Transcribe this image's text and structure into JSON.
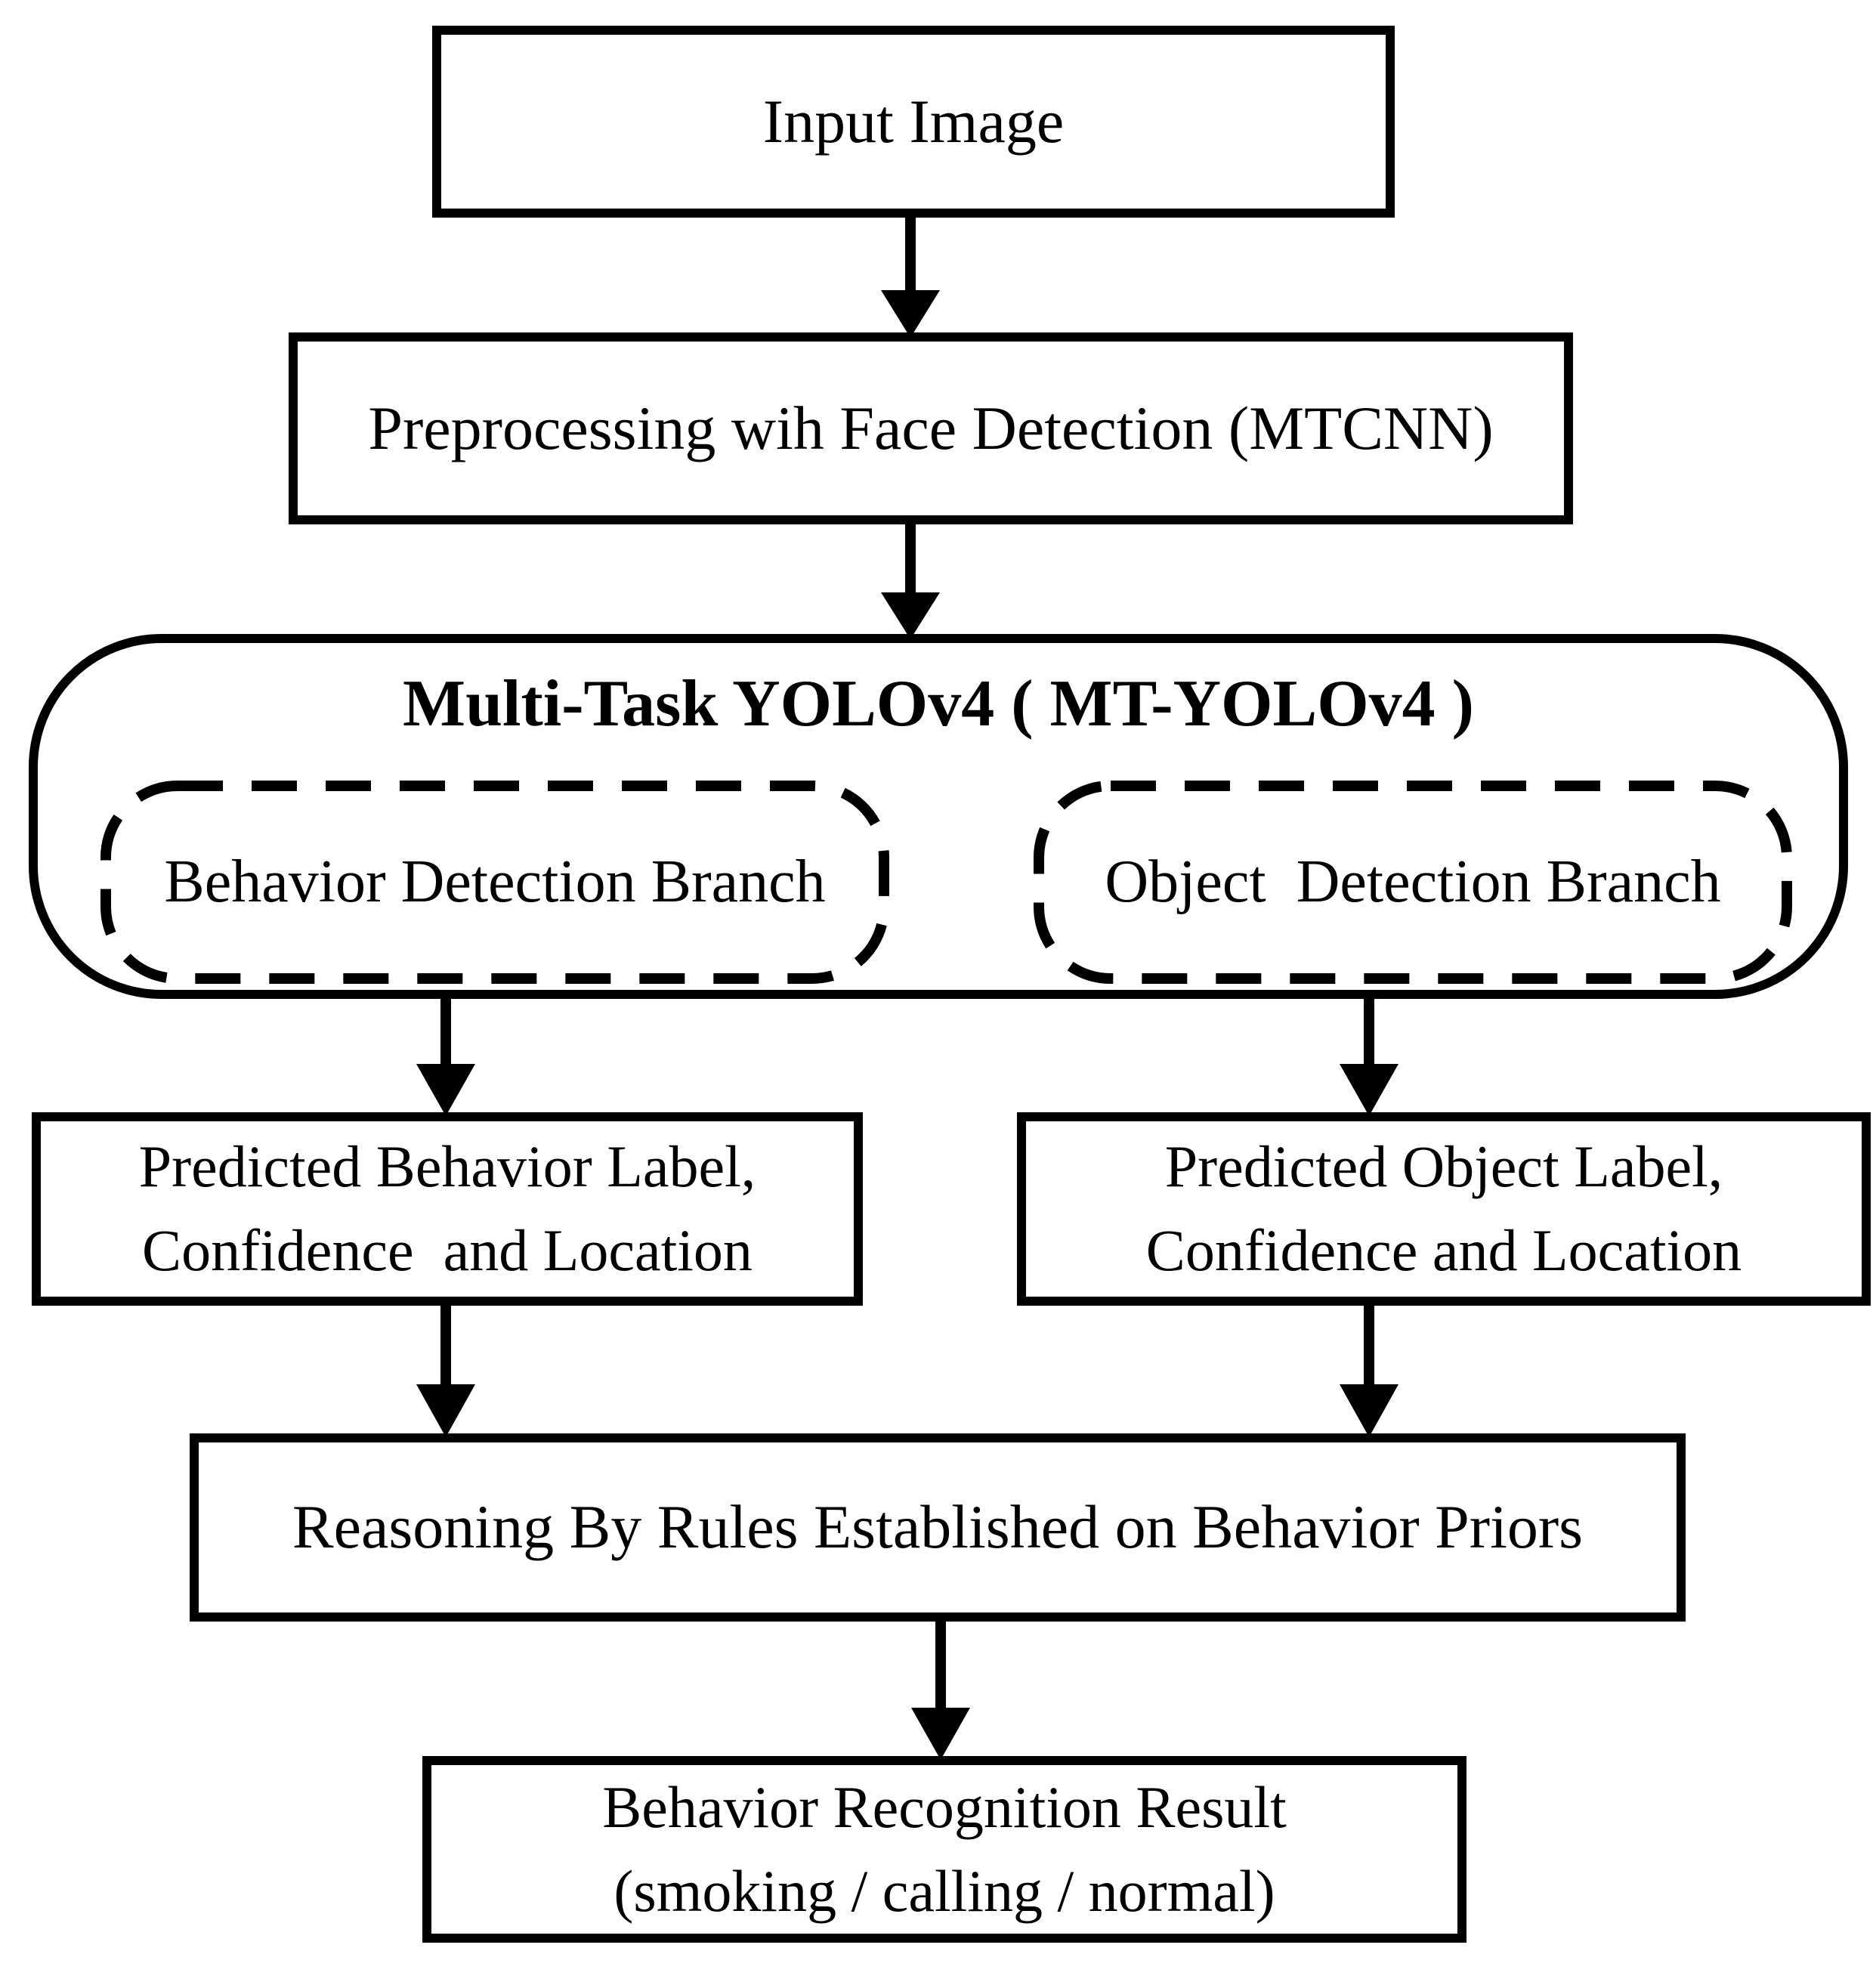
{
  "figure": {
    "type": "flowchart",
    "background": "#ffffff",
    "stroke_color": "#000000",
    "text_color": "#000000"
  },
  "nodes": {
    "input": {
      "label": "Input Image"
    },
    "preprocessing": {
      "label": "Preprocessing wih Face Detection (MTCNN)"
    },
    "mt_yolov4": {
      "title": "Multi-Task YOLOv4 ( MT-YOLOv4 )"
    },
    "behavior_branch": {
      "label": "Behavior Detection Branch"
    },
    "object_branch": {
      "label": "Object  Detection Branch"
    },
    "predicted_behavior": {
      "line1": "Predicted Behavior Label,",
      "line2": "Confidence  and Location"
    },
    "predicted_object": {
      "line1": "Predicted Object Label,",
      "line2": "Confidence and Location"
    },
    "reasoning": {
      "label": "Reasoning By Rules Established on Behavior Priors"
    },
    "result": {
      "line1": "Behavior Recognition Result",
      "line2": "(smoking / calling / normal)"
    }
  },
  "edges": [
    {
      "from": "input",
      "to": "preprocessing"
    },
    {
      "from": "preprocessing",
      "to": "mt_yolov4"
    },
    {
      "from": "behavior_branch",
      "to": "predicted_behavior"
    },
    {
      "from": "object_branch",
      "to": "predicted_object"
    },
    {
      "from": "predicted_behavior",
      "to": "reasoning"
    },
    {
      "from": "predicted_object",
      "to": "reasoning"
    },
    {
      "from": "reasoning",
      "to": "result"
    }
  ]
}
